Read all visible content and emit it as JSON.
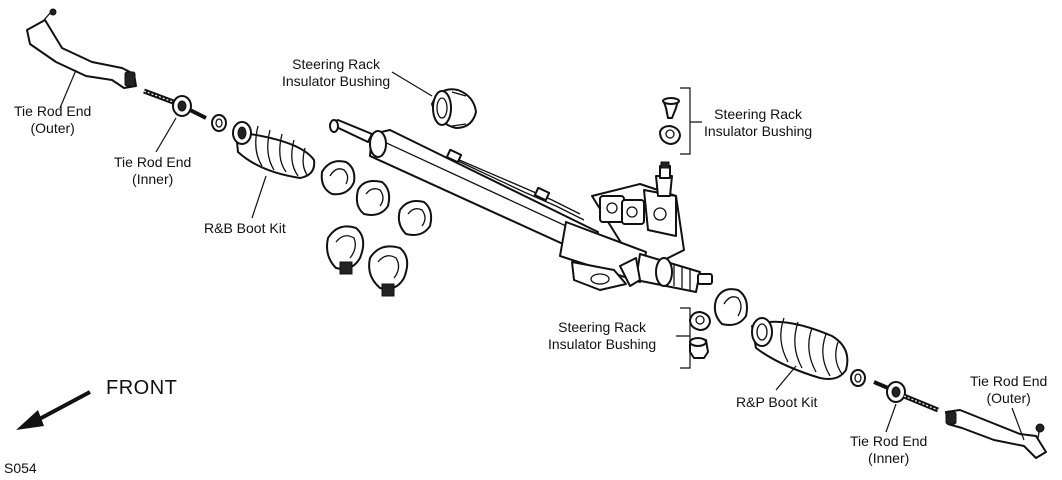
{
  "labels": {
    "tie_rod_end_outer_left": [
      "Tie Rod End",
      "(Outer)"
    ],
    "tie_rod_end_inner_left": [
      "Tie Rod End",
      "(Inner)"
    ],
    "rb_boot_kit": "R&B Boot Kit",
    "bushing_top_left": [
      "Steering Rack",
      "Insulator Bushing"
    ],
    "bushing_top_right": [
      "Steering Rack",
      "Insulator Bushing"
    ],
    "bushing_lower": [
      "Steering Rack",
      "Insulator Bushing"
    ],
    "rp_boot_kit": "R&P Boot Kit",
    "tie_rod_end_inner_right": [
      "Tie Rod End",
      "(Inner)"
    ],
    "tie_rod_end_outer_right": [
      "Tie Rod End",
      "(Outer)"
    ]
  },
  "front_label": "FRONT",
  "figure_code": "S054"
}
